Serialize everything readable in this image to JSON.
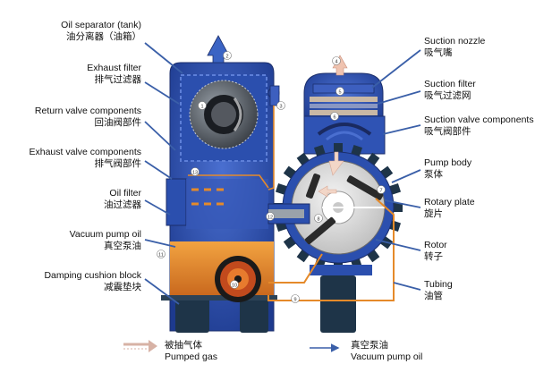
{
  "labels_left": [
    {
      "id": "oil-separator",
      "en": "Oil separator (tank)",
      "zh": "油分离器（油箱）"
    },
    {
      "id": "exhaust-filter",
      "en": "Exhaust filter",
      "zh": "排气过滤器"
    },
    {
      "id": "return-valve",
      "en": "Return valve components",
      "zh": "回油阀部件"
    },
    {
      "id": "exhaust-valve",
      "en": "Exhaust valve components",
      "zh": "排气阀部件"
    },
    {
      "id": "oil-filter",
      "en": "Oil filter",
      "zh": "油过滤器"
    },
    {
      "id": "vacuum-pump-oil",
      "en": "Vacuum pump oil",
      "zh": "真空泵油"
    },
    {
      "id": "damping-block",
      "en": "Damping cushion block",
      "zh": "减震垫块"
    }
  ],
  "labels_right": [
    {
      "id": "suction-nozzle",
      "en": "Suction nozzle",
      "zh": "吸气嘴"
    },
    {
      "id": "suction-filter",
      "en": "Suction filter",
      "zh": "吸气过滤网"
    },
    {
      "id": "suction-valve",
      "en": "Suction valve components",
      "zh": "吸气阀部件"
    },
    {
      "id": "pump-body",
      "en": "Pump body",
      "zh": "泵体"
    },
    {
      "id": "rotary-plate",
      "en": "Rotary plate",
      "zh": "旋片"
    },
    {
      "id": "rotor",
      "en": "Rotor",
      "zh": "转子"
    },
    {
      "id": "tubing",
      "en": "Tubing",
      "zh": "油管"
    }
  ],
  "legend": [
    {
      "id": "pumped-gas",
      "zh": "被抽气体",
      "en": "Pumped gas"
    },
    {
      "id": "pump-oil",
      "zh": "真空泵油",
      "en": "Vacuum pump oil"
    }
  ],
  "callout_numbers": [
    "1",
    "2",
    "3",
    "4",
    "5",
    "6",
    "7",
    "8",
    "9",
    "10",
    "11",
    "12",
    "13"
  ],
  "colors": {
    "body_blue": "#2b4fae",
    "dark_blue": "#1d3680",
    "oil_orange": "#e58a2a",
    "dark_base": "#1e3448",
    "gas_arrow": "#e0b7a8",
    "oil_arrow": "#3a5fa8"
  }
}
